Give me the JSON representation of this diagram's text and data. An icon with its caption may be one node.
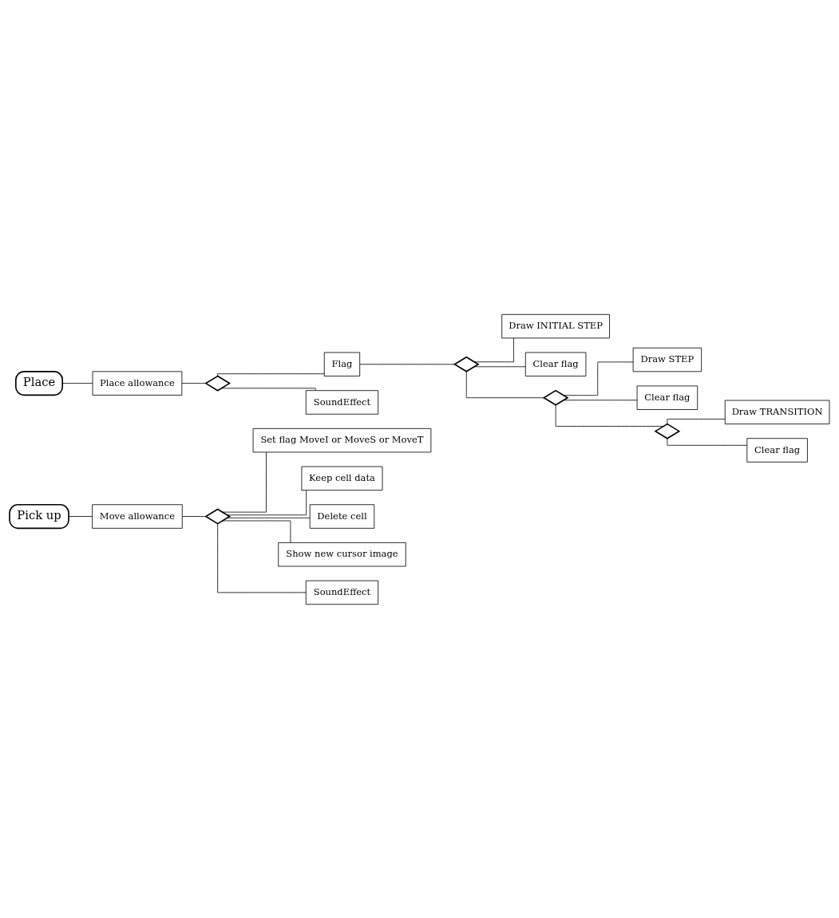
{
  "diagram": {
    "nodes": [
      {
        "text": [
          "Pick up"
        ]
      },
      {
        "text": [
          "Move allowance"
        ]
      },
      {
        "text": [],
        "shape": "diamond"
      },
      {
        "text": [
          "Set flag MoveI or MoveS or MoveT"
        ]
      },
      {
        "text": [
          "Keep cell data"
        ]
      },
      {
        "text": [
          "Delete cell"
        ]
      },
      {
        "text": [
          "Show new cursor image"
        ]
      },
      {
        "text": [
          "SoundEffect"
        ]
      },
      {
        "text": [
          "Place"
        ]
      },
      {
        "text": [
          "Place allowance"
        ]
      },
      {
        "text": [],
        "shape": "diamond"
      },
      {
        "text": [
          "Flag"
        ]
      },
      {
        "text": [],
        "shape": "diamond"
      },
      {
        "text": [
          "Draw INITIAL STEP"
        ]
      },
      {
        "text": [
          "Clear flag"
        ]
      },
      {
        "text": [],
        "shape": "diamond"
      },
      {
        "text": [
          "Draw STEP"
        ]
      },
      {
        "text": [
          "Clear flag"
        ]
      },
      {
        "text": [],
        "shape": "diamond"
      },
      {
        "text": [
          "Draw TRANSITION"
        ]
      },
      {
        "text": [
          "Clear flag"
        ]
      },
      {
        "text": [
          "SoundEffect"
        ]
      }
    ],
    "edges": [
      {
        "from": 0,
        "to": 1,
        "arrow": "none"
      },
      {
        "from": 1,
        "to": 2,
        "arrow": "none"
      },
      {
        "from": 2,
        "to": 3,
        "arrow": "none"
      },
      {
        "from": 2,
        "to": 4,
        "arrow": "none"
      },
      {
        "from": 2,
        "to": 5,
        "arrow": "none"
      },
      {
        "from": 2,
        "to": 6,
        "arrow": "none"
      },
      {
        "from": 2,
        "to": 7,
        "arrow": "none"
      },
      {
        "from": 8,
        "to": 9,
        "arrow": "none"
      },
      {
        "from": 9,
        "to": 10,
        "arrow": "none"
      },
      {
        "from": 10,
        "to": 11,
        "arrow": "none"
      },
      {
        "from": 11,
        "to": 12,
        "arrow": "none"
      },
      {
        "from": 12,
        "to": 13,
        "arrow": "none"
      },
      {
        "from": 12,
        "to": 14,
        "arrow": "none"
      },
      {
        "from": 12,
        "to": 15,
        "arrow": "none"
      },
      {
        "from": 15,
        "to": 16,
        "arrow": "none"
      },
      {
        "from": 15,
        "to": 17,
        "arrow": "none"
      },
      {
        "from": 15,
        "to": 18,
        "arrow": "none"
      },
      {
        "from": 18,
        "to": 19,
        "arrow": "none"
      },
      {
        "from": 18,
        "to": 20,
        "arrow": "none"
      },
      {
        "from": 10,
        "to": 21,
        "arrow": "none"
      }
    ]
  }
}
